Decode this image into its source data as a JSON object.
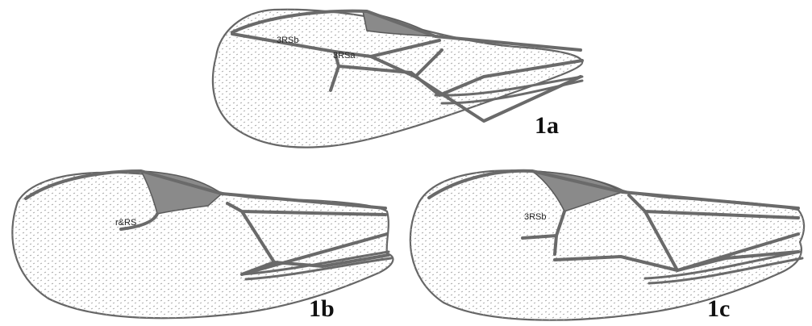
{
  "figures": [
    {
      "id": "1a",
      "label": "1a",
      "vein_labels": [
        "3RSb",
        "3RSa"
      ]
    },
    {
      "id": "1b",
      "label": "1b",
      "vein_labels": [
        "r&RS"
      ]
    },
    {
      "id": "1c",
      "label": "1c",
      "vein_labels": [
        "3RSb"
      ]
    }
  ]
}
